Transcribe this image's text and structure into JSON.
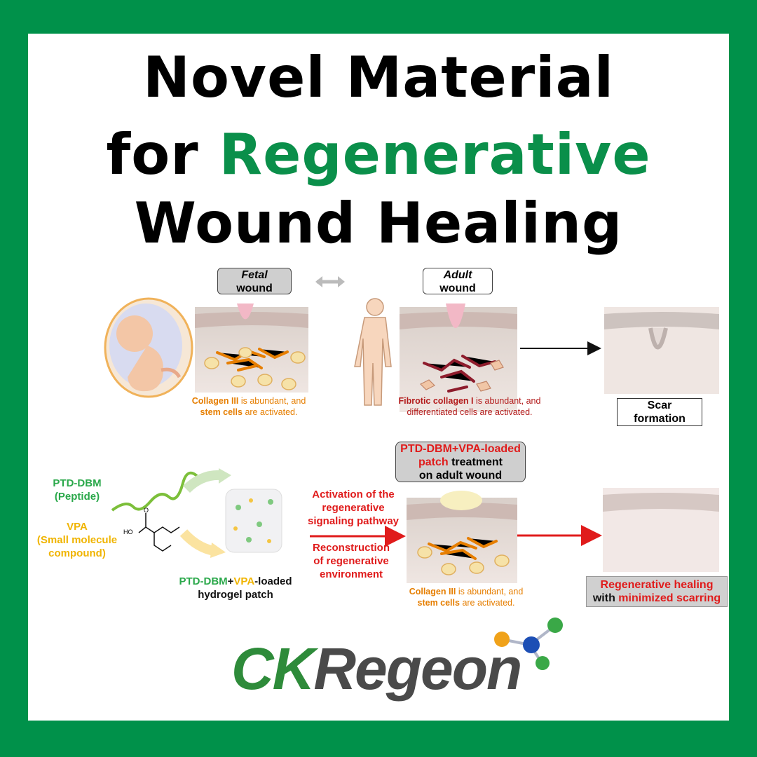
{
  "title": {
    "line1": "Novel Material",
    "line2_prefix": "for ",
    "line2_accent": "Regenerative",
    "line3": "Wound Healing"
  },
  "top": {
    "fetal_box": {
      "line1": "Fetal",
      "line2": "wound"
    },
    "adult_box": {
      "line1": "Adult",
      "line2": "wound"
    },
    "fetal_caption": {
      "a": "Collagen III",
      "b": " is abundant, and",
      "c": "stem cells",
      "d": " are activated."
    },
    "adult_caption": {
      "a": "Fibrotic collagen I",
      "b": " is abundant, and",
      "c": "differentiated cells are activated."
    },
    "scar_box": {
      "line1": "Scar",
      "line2": "formation"
    }
  },
  "bottom": {
    "ptd_label": {
      "line1": "PTD-DBM",
      "line2": "(Peptide)"
    },
    "vpa_label": {
      "line1": "VPA",
      "line2": "(Small molecule",
      "line3": "compound)"
    },
    "patch_label": {
      "a": "PTD-DBM",
      "b": "+",
      "c": "VPA",
      "d": "-loaded",
      "line2": "hydrogel patch"
    },
    "treatment_box": {
      "a": "PTD-DBM+VPA-loaded",
      "b": "patch",
      "c": " treatment",
      "line3": "on adult wound"
    },
    "activation": {
      "line1": "Activation of the",
      "line2": "regenerative",
      "line3": "signaling pathway"
    },
    "reconstruction": {
      "line1": "Reconstruction",
      "line2": "of regenerative",
      "line3": "environment"
    },
    "treated_caption": {
      "a": "Collagen III",
      "b": " is abundant, and",
      "c": "stem cells",
      "d": " are activated."
    },
    "result_box": {
      "line1": "Regenerative healing",
      "line2a": "with ",
      "line2b": "minimized scarring"
    },
    "ho_label": "HO",
    "o_label": "O"
  },
  "brand": {
    "ck": "CK",
    "regeon": "Regeon"
  },
  "colors": {
    "frame": "#00914a",
    "accent_green": "#0a8f4a",
    "red": "#e01b1b",
    "orange": "#e67e00",
    "yellow": "#f0b400"
  }
}
